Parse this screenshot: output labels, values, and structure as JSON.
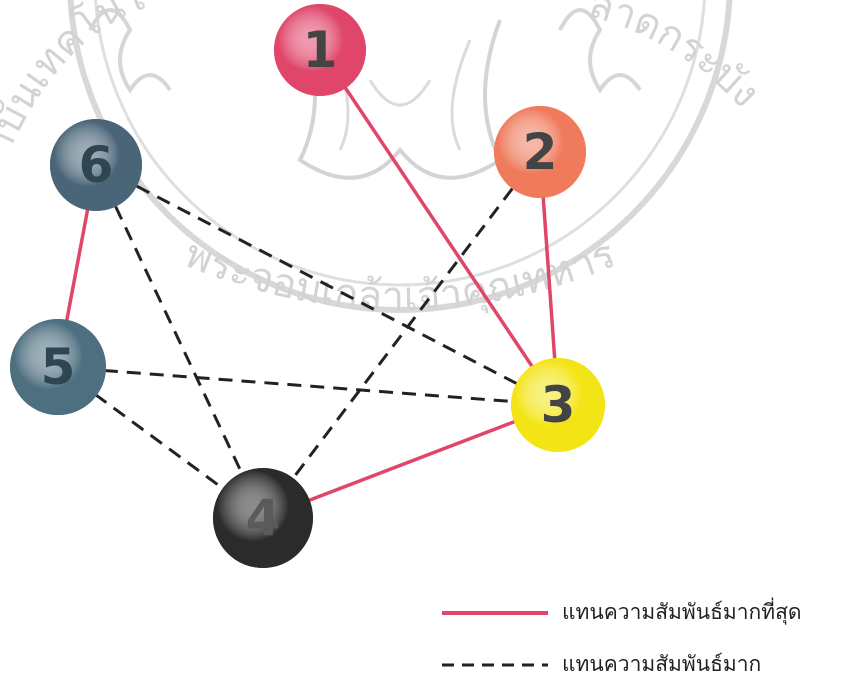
{
  "watermark": {
    "arc_text_bottom": "พระจอมเกล้าเจ้าคุณทหาร",
    "arc_text_top_left": "สถาบันเทคโนโลยี",
    "arc_text_top_right": "ลาดกระบัง"
  },
  "nodes": [
    {
      "id": "1",
      "label": "1",
      "color": "#e0456a"
    },
    {
      "id": "2",
      "label": "2",
      "color": "#ef7b5c"
    },
    {
      "id": "3",
      "label": "3",
      "color": "#f3e416"
    },
    {
      "id": "4",
      "label": "4",
      "color": "#2b2b2b"
    },
    {
      "id": "5",
      "label": "5",
      "color": "#4e6f80"
    },
    {
      "id": "6",
      "label": "6",
      "color": "#4a6577"
    }
  ],
  "edges": [
    {
      "from": "1",
      "to": "3",
      "relation": "strongest"
    },
    {
      "from": "2",
      "to": "3",
      "relation": "strongest"
    },
    {
      "from": "3",
      "to": "4",
      "relation": "strongest"
    },
    {
      "from": "6",
      "to": "5",
      "relation": "strongest"
    },
    {
      "from": "6",
      "to": "3",
      "relation": "strong"
    },
    {
      "from": "6",
      "to": "4",
      "relation": "strong"
    },
    {
      "from": "2",
      "to": "4",
      "relation": "strong"
    },
    {
      "from": "5",
      "to": "3",
      "relation": "strong"
    },
    {
      "from": "5",
      "to": "4",
      "relation": "strong"
    }
  ],
  "legend": {
    "strongest": {
      "label": "แทนความสัมพันธ์มากที่สุด",
      "color": "#e0456a",
      "style": "solid"
    },
    "strong": {
      "label": "แทนความสัมพันธ์มาก",
      "color": "#222222",
      "style": "dashed"
    }
  }
}
